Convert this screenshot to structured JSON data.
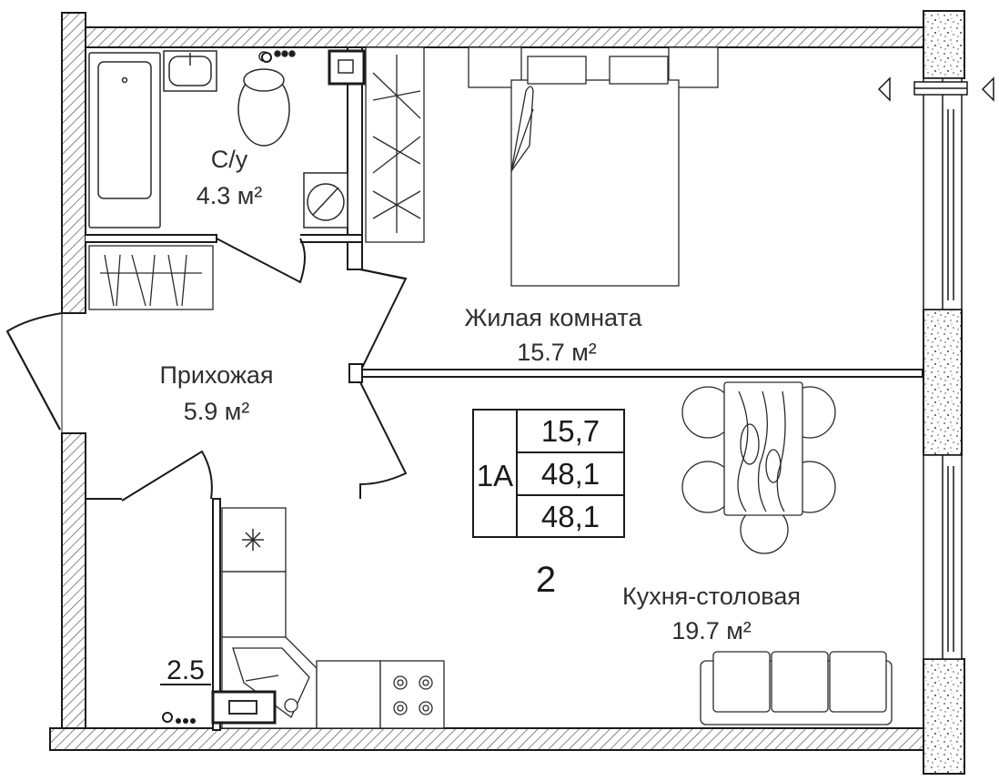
{
  "rooms": {
    "bathroom": {
      "name": "С/у",
      "area": "4.3 м²"
    },
    "living_room": {
      "name": "Жилая комната",
      "area": "15.7 м²"
    },
    "hallway": {
      "name": "Прихожая",
      "area": "5.9 м²"
    },
    "kitchen_dining": {
      "name": "Кухня-столовая",
      "area": "19.7 м²"
    }
  },
  "apartment_spec": {
    "type": "1А",
    "values": [
      "15,7",
      "48,1",
      "48,1"
    ]
  },
  "markers": {
    "floor_number": "2",
    "height_mark": "2.5"
  },
  "colors": {
    "wall_line": "#1a1a1a",
    "furniture_line": "#2a2a2a",
    "hatch": "#555555",
    "text": "#2f2f2f",
    "background": "#ffffff"
  }
}
